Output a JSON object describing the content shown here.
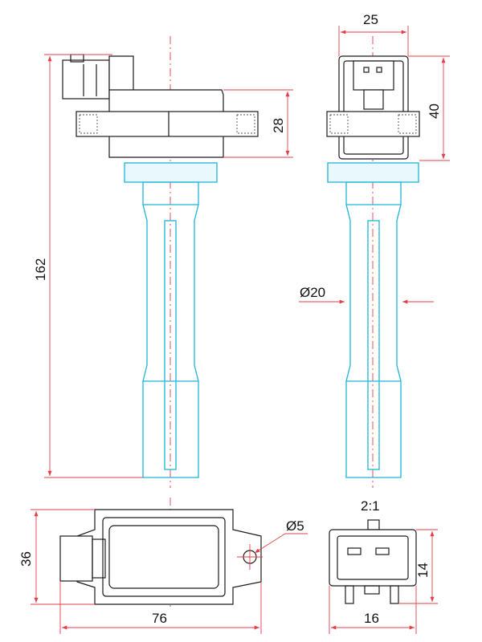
{
  "dimensions": {
    "width_top": "25",
    "height_connector": "40",
    "flange_height": "28",
    "total_length": "162",
    "diameter": "Ø20",
    "hole_diameter": "Ø5",
    "base_height": "36",
    "base_width": "76",
    "connector_width": "16",
    "connector_height": "14",
    "scale": "2:1"
  },
  "colors": {
    "outline": "#1a1a1a",
    "boot": "#1fb4d8",
    "dimension": "#e0404a"
  }
}
